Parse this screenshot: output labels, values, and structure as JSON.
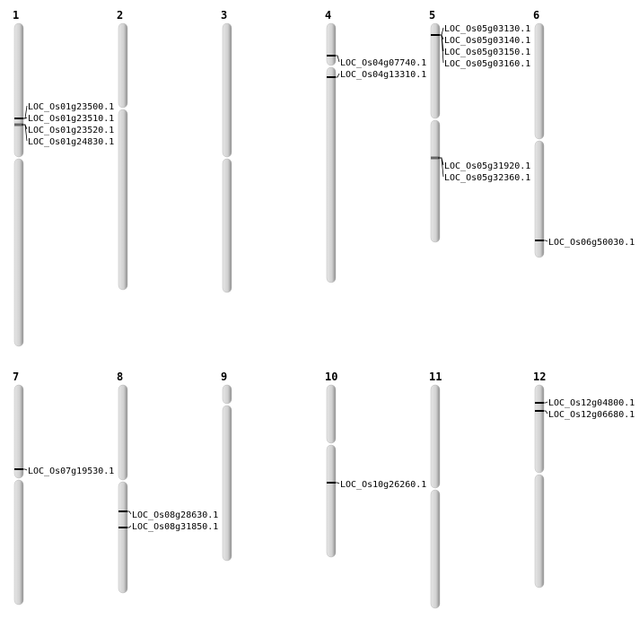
{
  "chromosomes": [
    {
      "label": "1",
      "genes": [
        "LOC_Os01g23500.1",
        "LOC_Os01g23510.1",
        "LOC_Os01g23520.1",
        "LOC_Os01g24830.1"
      ]
    },
    {
      "label": "2",
      "genes": []
    },
    {
      "label": "3",
      "genes": []
    },
    {
      "label": "4",
      "genes": [
        "LOC_Os04g07740.1",
        "LOC_Os04g13310.1"
      ]
    },
    {
      "label": "5",
      "genes": [
        "LOC_Os05g03130.1",
        "LOC_Os05g03140.1",
        "LOC_Os05g03150.1",
        "LOC_Os05g03160.1",
        "LOC_Os05g31920.1",
        "LOC_Os05g32360.1"
      ]
    },
    {
      "label": "6",
      "genes": [
        "LOC_Os06g50030.1"
      ]
    },
    {
      "label": "7",
      "genes": [
        "LOC_Os07g19530.1"
      ]
    },
    {
      "label": "8",
      "genes": [
        "LOC_Os08g28630.1",
        "LOC_Os08g31850.1"
      ]
    },
    {
      "label": "9",
      "genes": []
    },
    {
      "label": "10",
      "genes": [
        "LOC_Os10g26260.1"
      ]
    },
    {
      "label": "11",
      "genes": []
    },
    {
      "label": "12",
      "genes": [
        "LOC_Os12g04800.1",
        "LOC_Os12g06680.1"
      ]
    }
  ],
  "colors": {
    "chromosome": "#d4d4d4",
    "chromosome_edge": "#888888",
    "marker": "#000000",
    "marker_cluster": "#666666"
  }
}
